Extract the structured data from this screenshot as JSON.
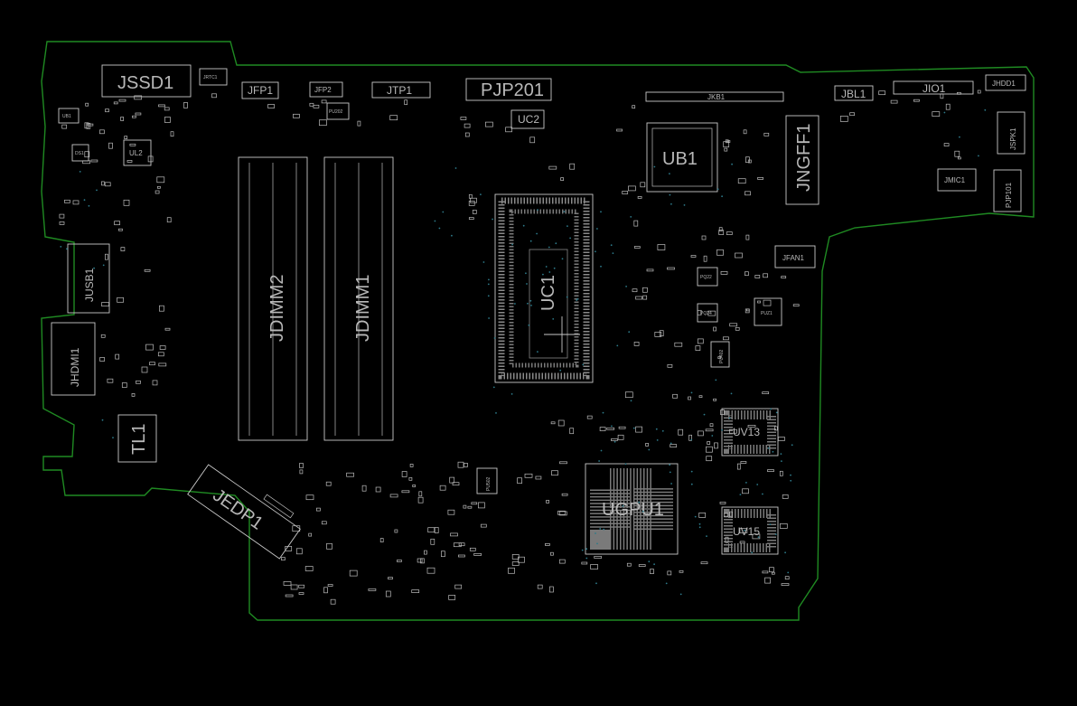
{
  "board": {
    "outline_color": "#1f8a22",
    "component_color": "#c8c8c8",
    "via_color": "#2d7a8a",
    "background": "#000000"
  },
  "labels": {
    "jssd1": "JSSD1",
    "jrtc1": "JRTC1",
    "jfp1": "JFP1",
    "jfp2": "JFP2",
    "jtp1": "JTP1",
    "pjp201": "PJP201",
    "uc2": "UC2",
    "jkb1": "JKB1",
    "ub1": "UB1",
    "jngff1": "JNGFF1",
    "jbl1": "JBL1",
    "jio1": "JIO1",
    "jhdd1": "JHDD1",
    "jspk1": "JSPK1",
    "jmic1": "JMIC1",
    "pjp101": "PJP101",
    "jdimm2": "JDIMM2",
    "jdimm1": "JDIMM1",
    "uc1": "UC1",
    "jfan1": "JFAN1",
    "puz1": "PUZ1",
    "jusb1": "JUSB1",
    "jhdmi1": "JHDMI1",
    "tl1": "TL1",
    "jedp1": "JEDP1",
    "ugpu1": "UGPU1",
    "uv13": "UV13",
    "uv15": "UV15",
    "ul2": "UL2",
    "ub1_small": "UB1",
    "ds1": "DS1",
    "pu202": "PU202",
    "pq22": "PQ22",
    "pq24": "PQ24",
    "pu402": "PU402",
    "pu502": "PU502"
  }
}
